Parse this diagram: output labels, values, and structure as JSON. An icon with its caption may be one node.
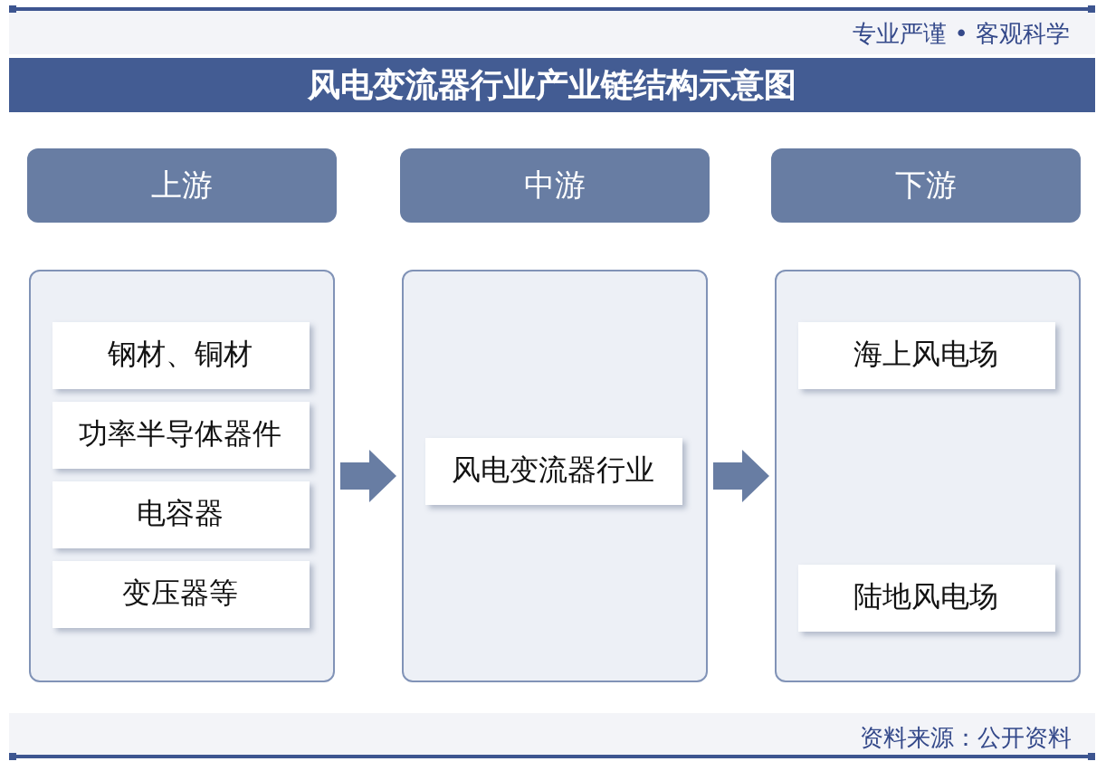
{
  "diagram": {
    "title": "风电变流器行业产业链结构示意图",
    "nodes": [
      {
        "text": [
          "上游"
        ]
      },
      {
        "text": [
          "中游"
        ]
      },
      {
        "text": [
          "下游"
        ]
      },
      {
        "text": [],
        "shape": "box"
      },
      {
        "text": [
          "钢材、铜材"
        ],
        "in": 3
      },
      {
        "text": [
          "功率半导体器件"
        ],
        "in": 3
      },
      {
        "text": [
          "电容器"
        ],
        "in": 3
      },
      {
        "text": [
          "变压器等"
        ],
        "in": 3
      },
      {
        "text": [],
        "shape": "box"
      },
      {
        "text": [
          "风电变流器行业"
        ],
        "in": 8
      },
      {
        "text": [],
        "shape": "box"
      },
      {
        "text": [
          "海上风电场"
        ],
        "in": 10
      },
      {
        "text": [
          "陆地风电场"
        ],
        "in": 10
      }
    ],
    "edges": [
      {
        "from": 3,
        "to": 8,
        "arrow": "to"
      },
      {
        "from": 8,
        "to": 10,
        "arrow": "to"
      }
    ],
    "labels": [
      "专业严谨 • 客观科学",
      "资料来源：公开资料"
    ]
  }
}
